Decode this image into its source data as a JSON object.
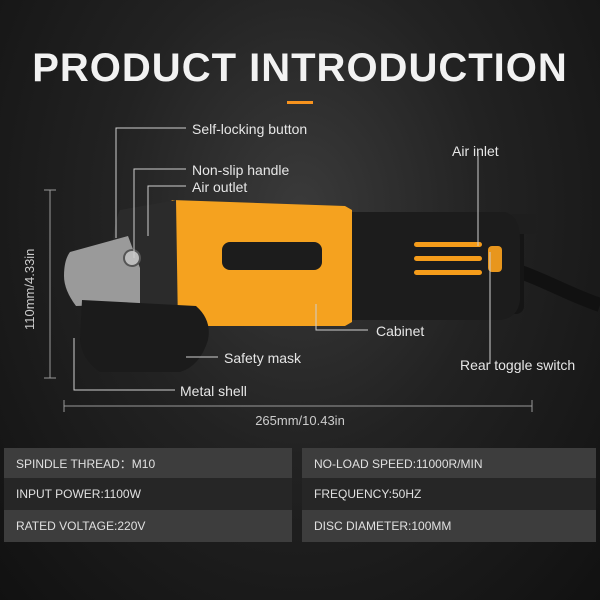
{
  "title": "PRODUCT INTRODUCTION",
  "colors": {
    "accent": "#f7931e",
    "body": "#f5a623",
    "grip": "#1a1a1a"
  },
  "labels": {
    "self_locking": "Self-locking button",
    "non_slip": "Non-slip handle",
    "air_outlet": "Air outlet",
    "air_inlet": "Air inlet",
    "cabinet": "Cabinet",
    "safety_mask": "Safety mask",
    "rear_toggle": "Rear toggle switch",
    "metal_shell": "Metal shell"
  },
  "dimensions": {
    "height": "110mm/4.33in",
    "length": "265mm/10.43in"
  },
  "specs": [
    {
      "left": "SPINDLE THREAD：M10",
      "right": "NO-LOAD SPEED:11000R/MIN"
    },
    {
      "left": "INPUT POWER:1100W",
      "right": "FREQUENCY:50HZ"
    },
    {
      "left": "RATED VOLTAGE:220V",
      "right": "DISC DIAMETER:100MM"
    }
  ]
}
